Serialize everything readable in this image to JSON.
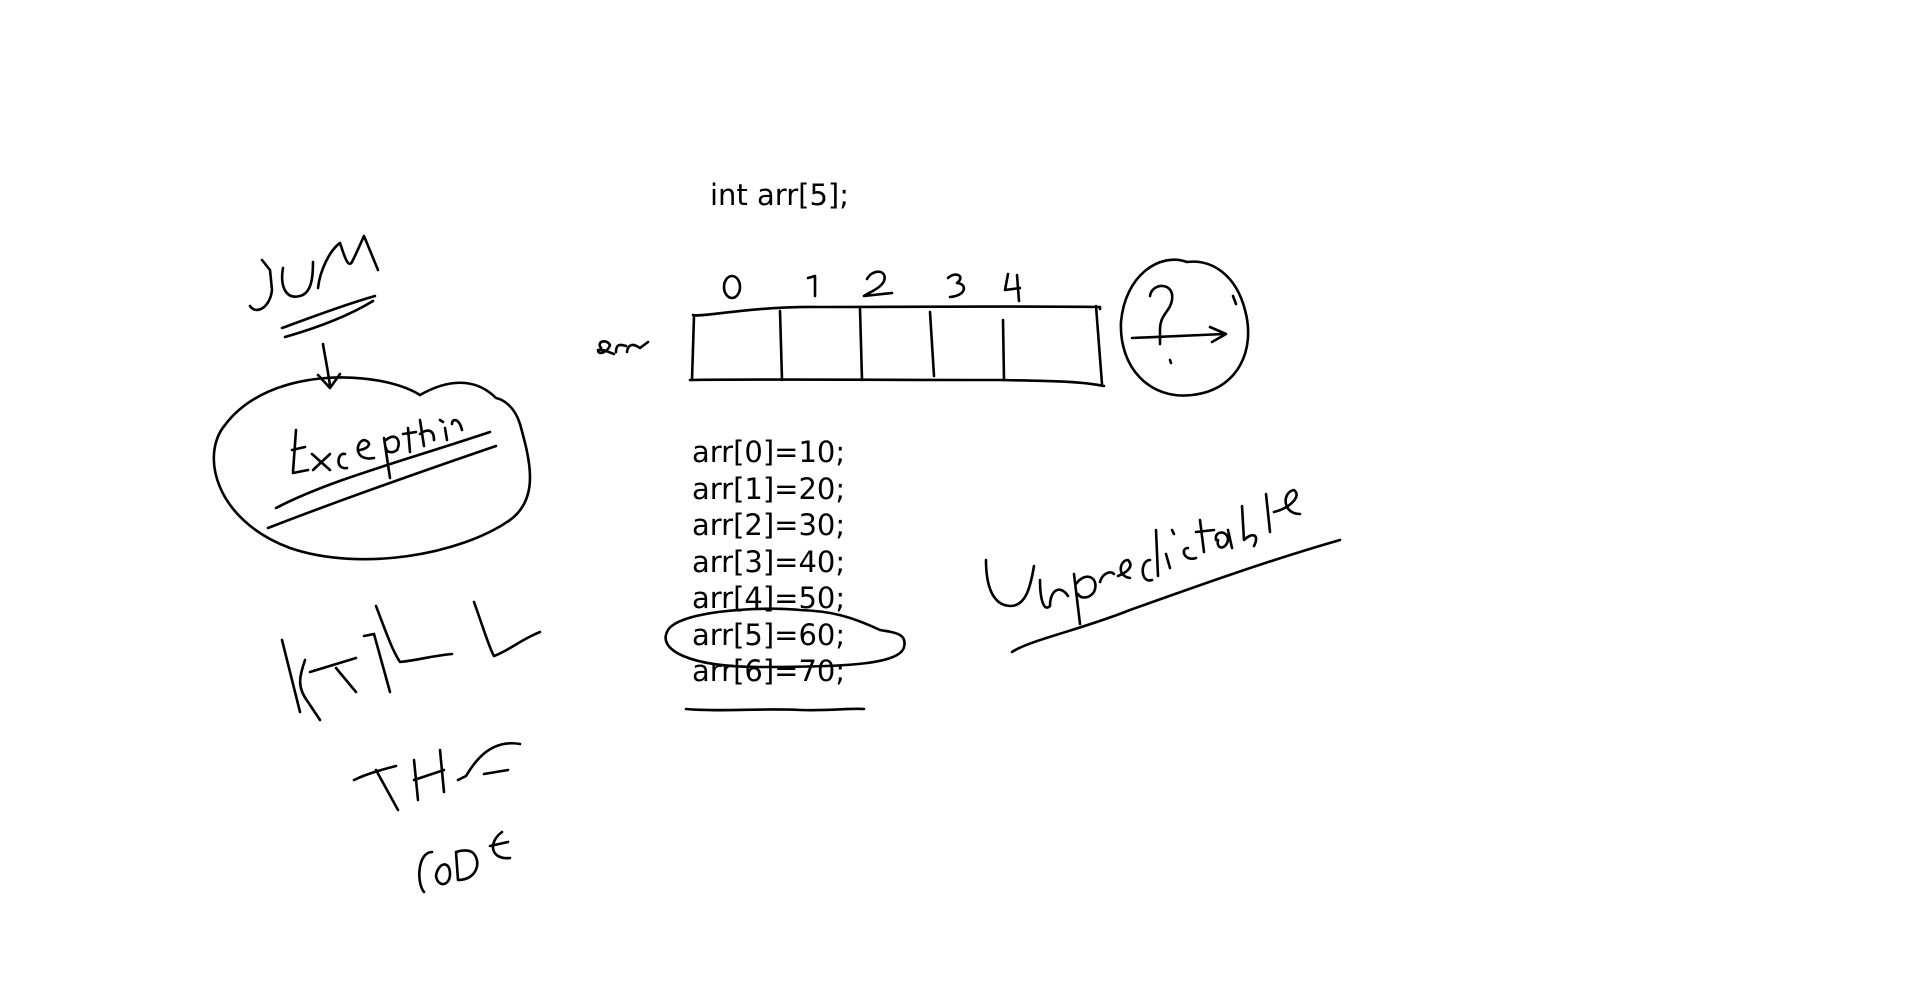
{
  "declaration": "int arr[5];",
  "array_label": "arr",
  "indices": [
    "0",
    "1",
    "2",
    "3",
    "4"
  ],
  "out_of_bounds_marker": "?",
  "assignments": [
    "arr[0]=10;",
    "arr[1]=20;",
    "arr[2]=30;",
    "arr[3]=40;",
    "arr[4]=50;",
    "arr[5]=60;",
    "arr[6]=70;"
  ],
  "left_notes": {
    "top": "JVM",
    "circled": "Exception",
    "kill_line1": "KILL",
    "kill_line2": "THE",
    "kill_line3": "CODE"
  },
  "right_note": "Unpredictable",
  "ink_color": "#000000",
  "background_color": "#ffffff"
}
